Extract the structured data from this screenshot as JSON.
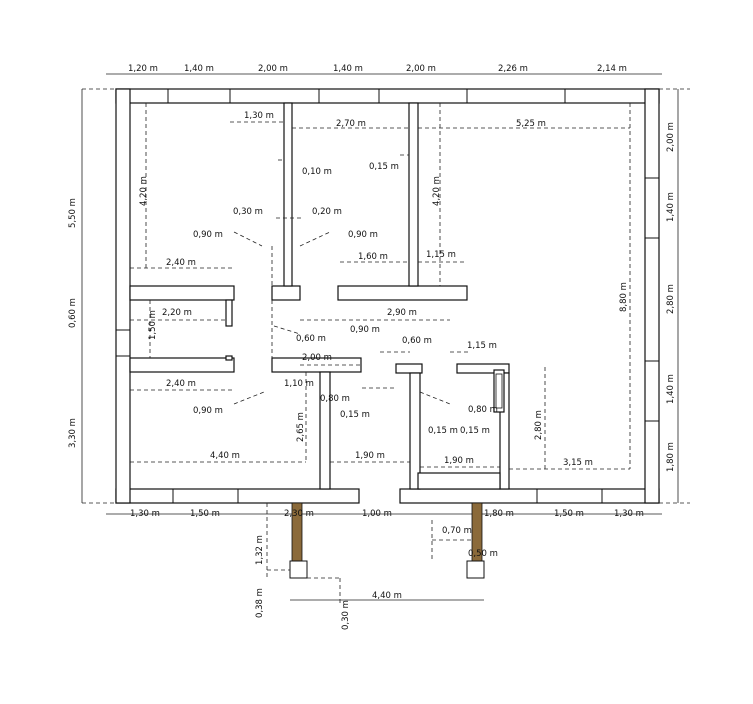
{
  "dims": {
    "top": [
      "1,20 m",
      "1,40 m",
      "2,00 m",
      "1,40 m",
      "2,00 m",
      "2,26 m",
      "2,14 m"
    ],
    "bottom": [
      "1,30 m",
      "1,50 m",
      "2,30 m",
      "1,00 m",
      "1,80 m",
      "1,50 m",
      "1,30 m"
    ],
    "left": [
      "5,50 m",
      "0,60 m",
      "3,30 m"
    ],
    "right": [
      "2,00 m",
      "1,40 m",
      "2,80 m",
      "1,40 m",
      "1,80 m"
    ],
    "interior": {
      "a": "1,30 m",
      "b": "2,70 m",
      "c": "5,25 m",
      "d": "0,15 m",
      "e": "0,10 m",
      "f": "4,20 m",
      "g": "4,20 m",
      "h": "0,30 m",
      "i": "0,20 m",
      "j": "0,90 m",
      "k": "0,90 m",
      "l": "2,40 m",
      "m": "1,60 m",
      "n": "1,15 m",
      "o": "8,80 m",
      "p": "2,20 m",
      "q": "1,50 m",
      "r": "2,90 m",
      "s": "0,90 m",
      "t": "0,60 m",
      "u": "0,60 m",
      "v": "1,15 m",
      "w": "2,00 m",
      "x": "2,40 m",
      "y": "1,10 m",
      "z": "0,80 m",
      "aa": "0,80 m",
      "ab": "0,90 m",
      "ac": "0,15 m",
      "ad": "2,65 m",
      "ae": "0,15 m",
      "af": "0,15 m",
      "ag": "2,80 m",
      "ah": "4,40 m",
      "ai": "1,90 m",
      "aj": "1,90 m",
      "ak": "3,15 m"
    },
    "porch": {
      "a": "1,32 m",
      "b": "0,38 m",
      "c": "0,30 m",
      "d": "4,40 m",
      "e": "0,70 m",
      "f": "0,50 m"
    }
  }
}
